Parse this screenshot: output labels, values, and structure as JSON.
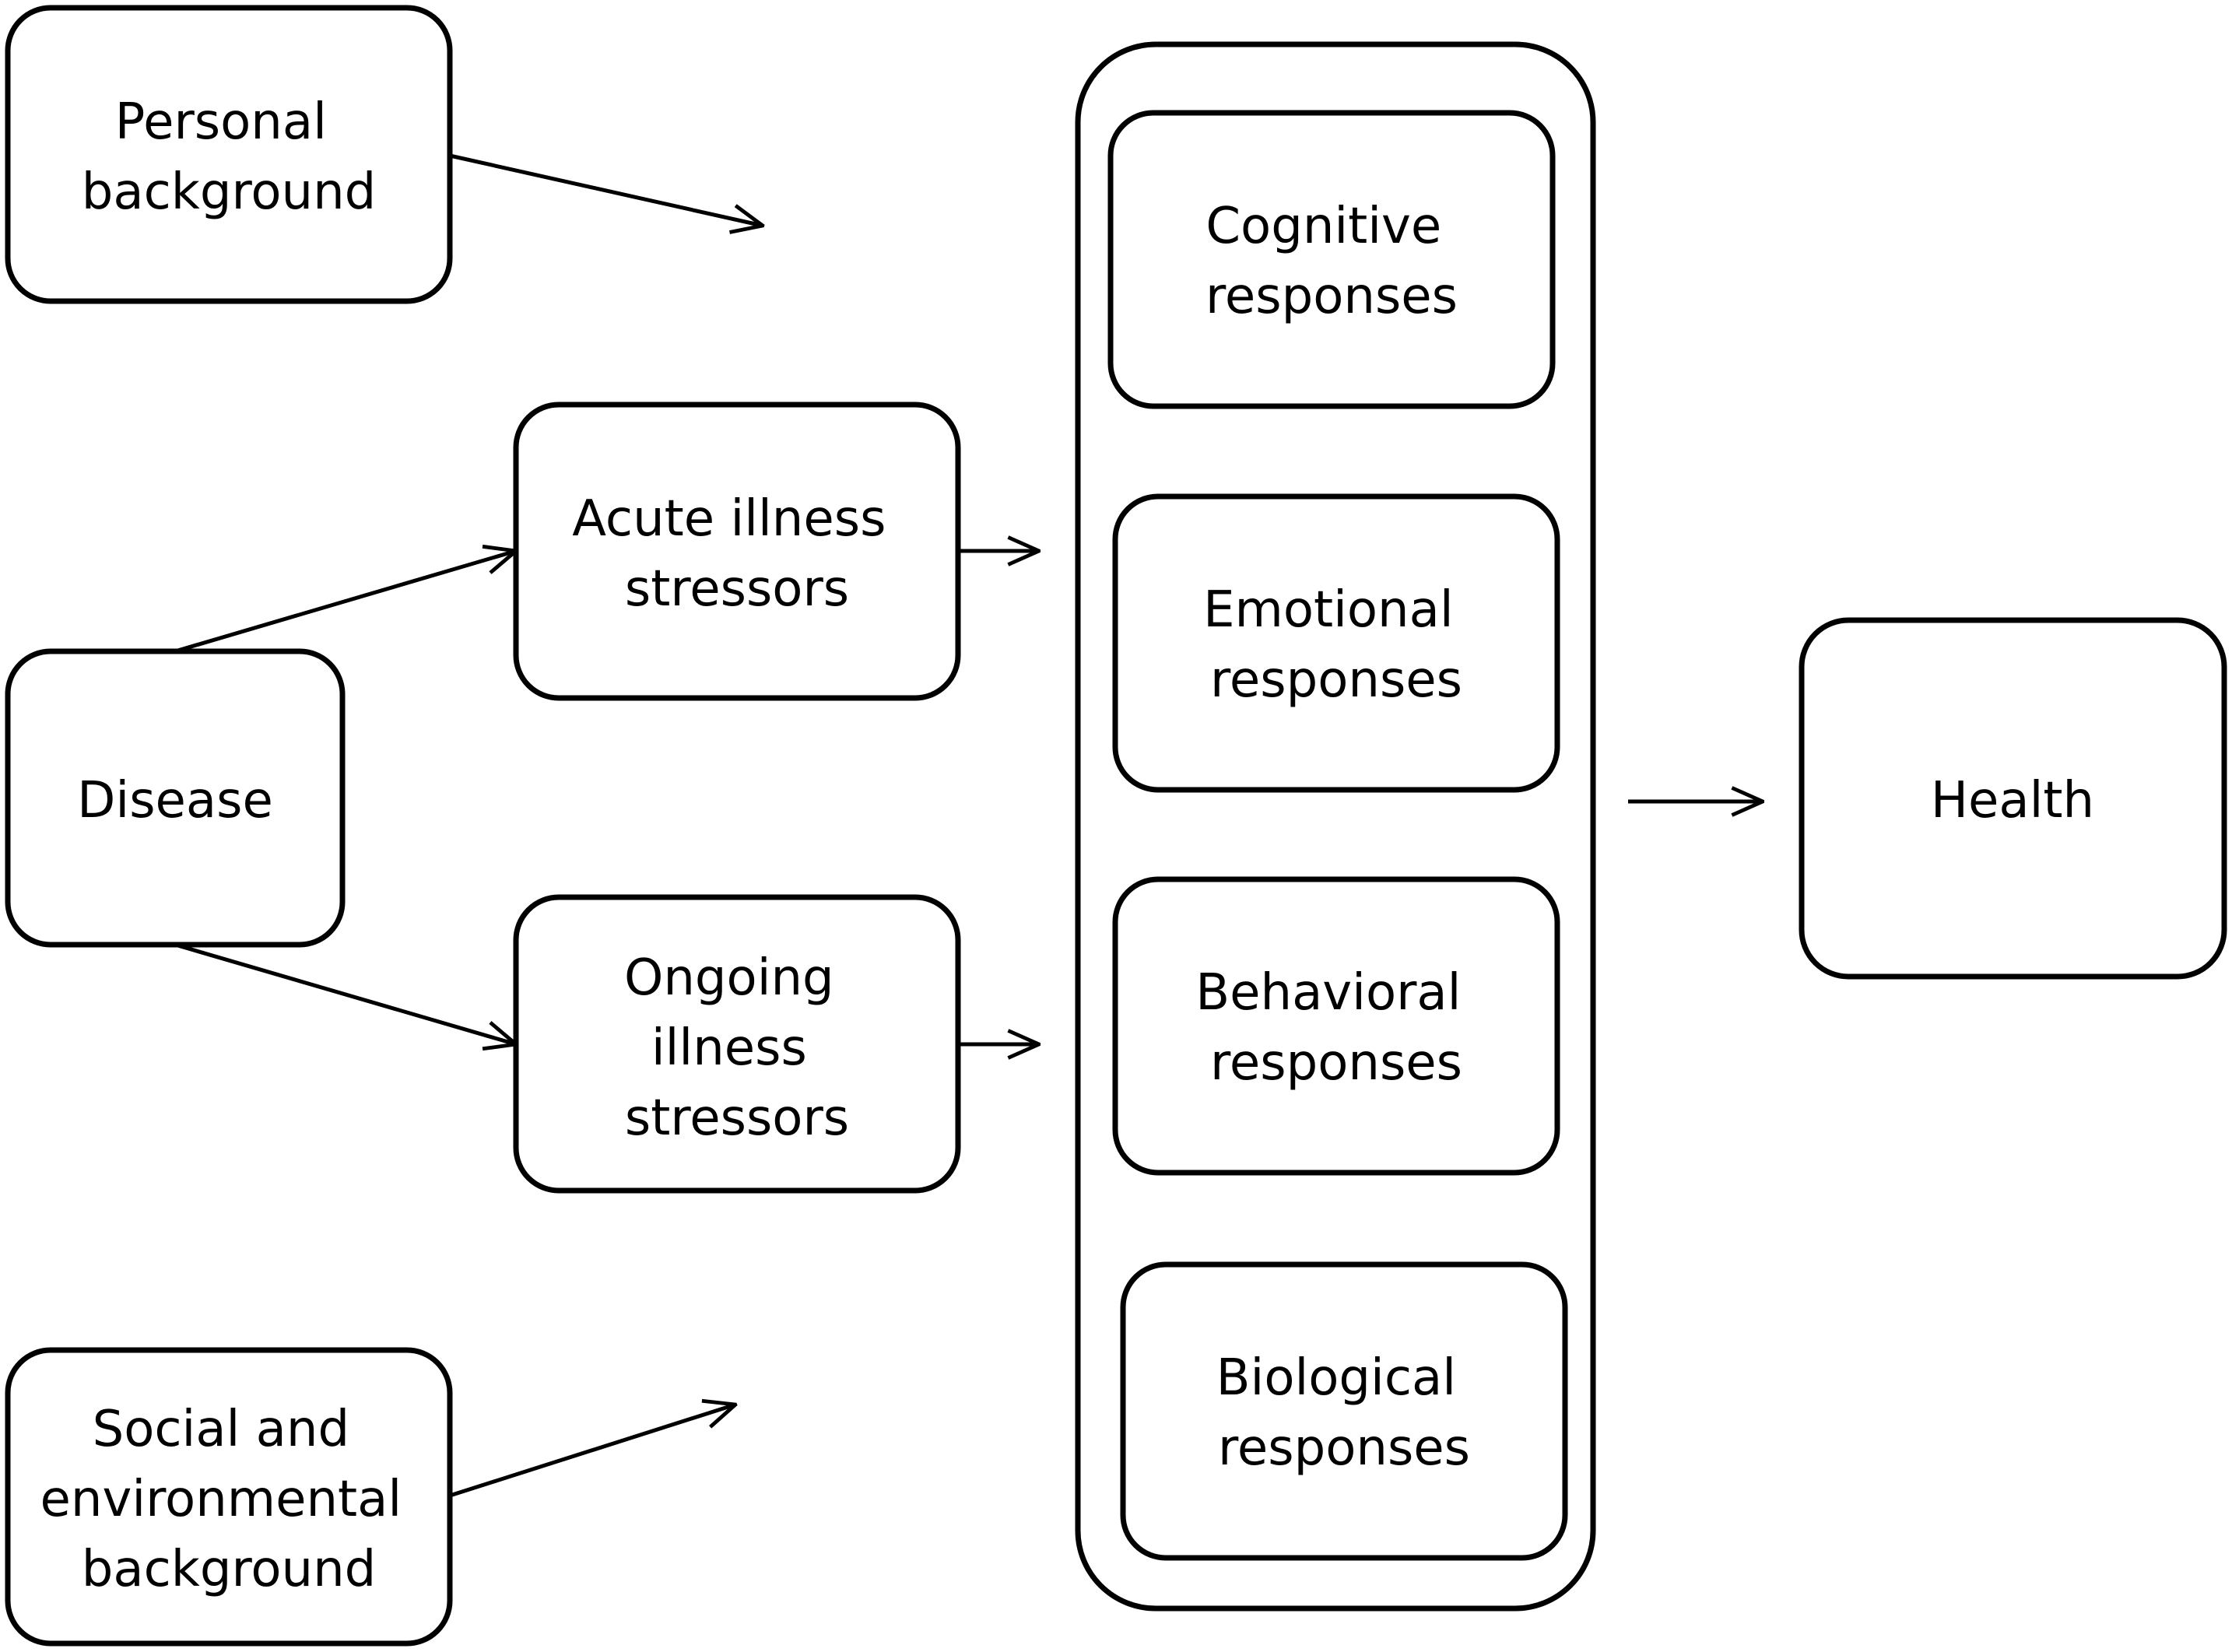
{
  "diagram": {
    "nodes": {
      "personal_background": {
        "lines": [
          "Personal",
          "background"
        ]
      },
      "disease": {
        "lines": [
          "Disease"
        ]
      },
      "social_background": {
        "lines": [
          "Social and",
          "environmental",
          "background"
        ]
      },
      "acute_stressors": {
        "lines": [
          "Acute illness",
          "stressors"
        ]
      },
      "ongoing_stressors": {
        "lines": [
          "Ongoing",
          "illness",
          "stressors"
        ]
      },
      "cognitive": {
        "lines": [
          "Cognitive",
          "responses"
        ]
      },
      "emotional": {
        "lines": [
          "Emotional",
          "responses"
        ]
      },
      "behavioral": {
        "lines": [
          "Behavioral",
          "responses"
        ]
      },
      "biological": {
        "lines": [
          "Biological",
          "responses"
        ]
      },
      "health": {
        "lines": [
          "Health"
        ]
      }
    },
    "colors": {
      "stroke": "#000000",
      "fill": "#ffffff",
      "text": "#000000"
    }
  }
}
